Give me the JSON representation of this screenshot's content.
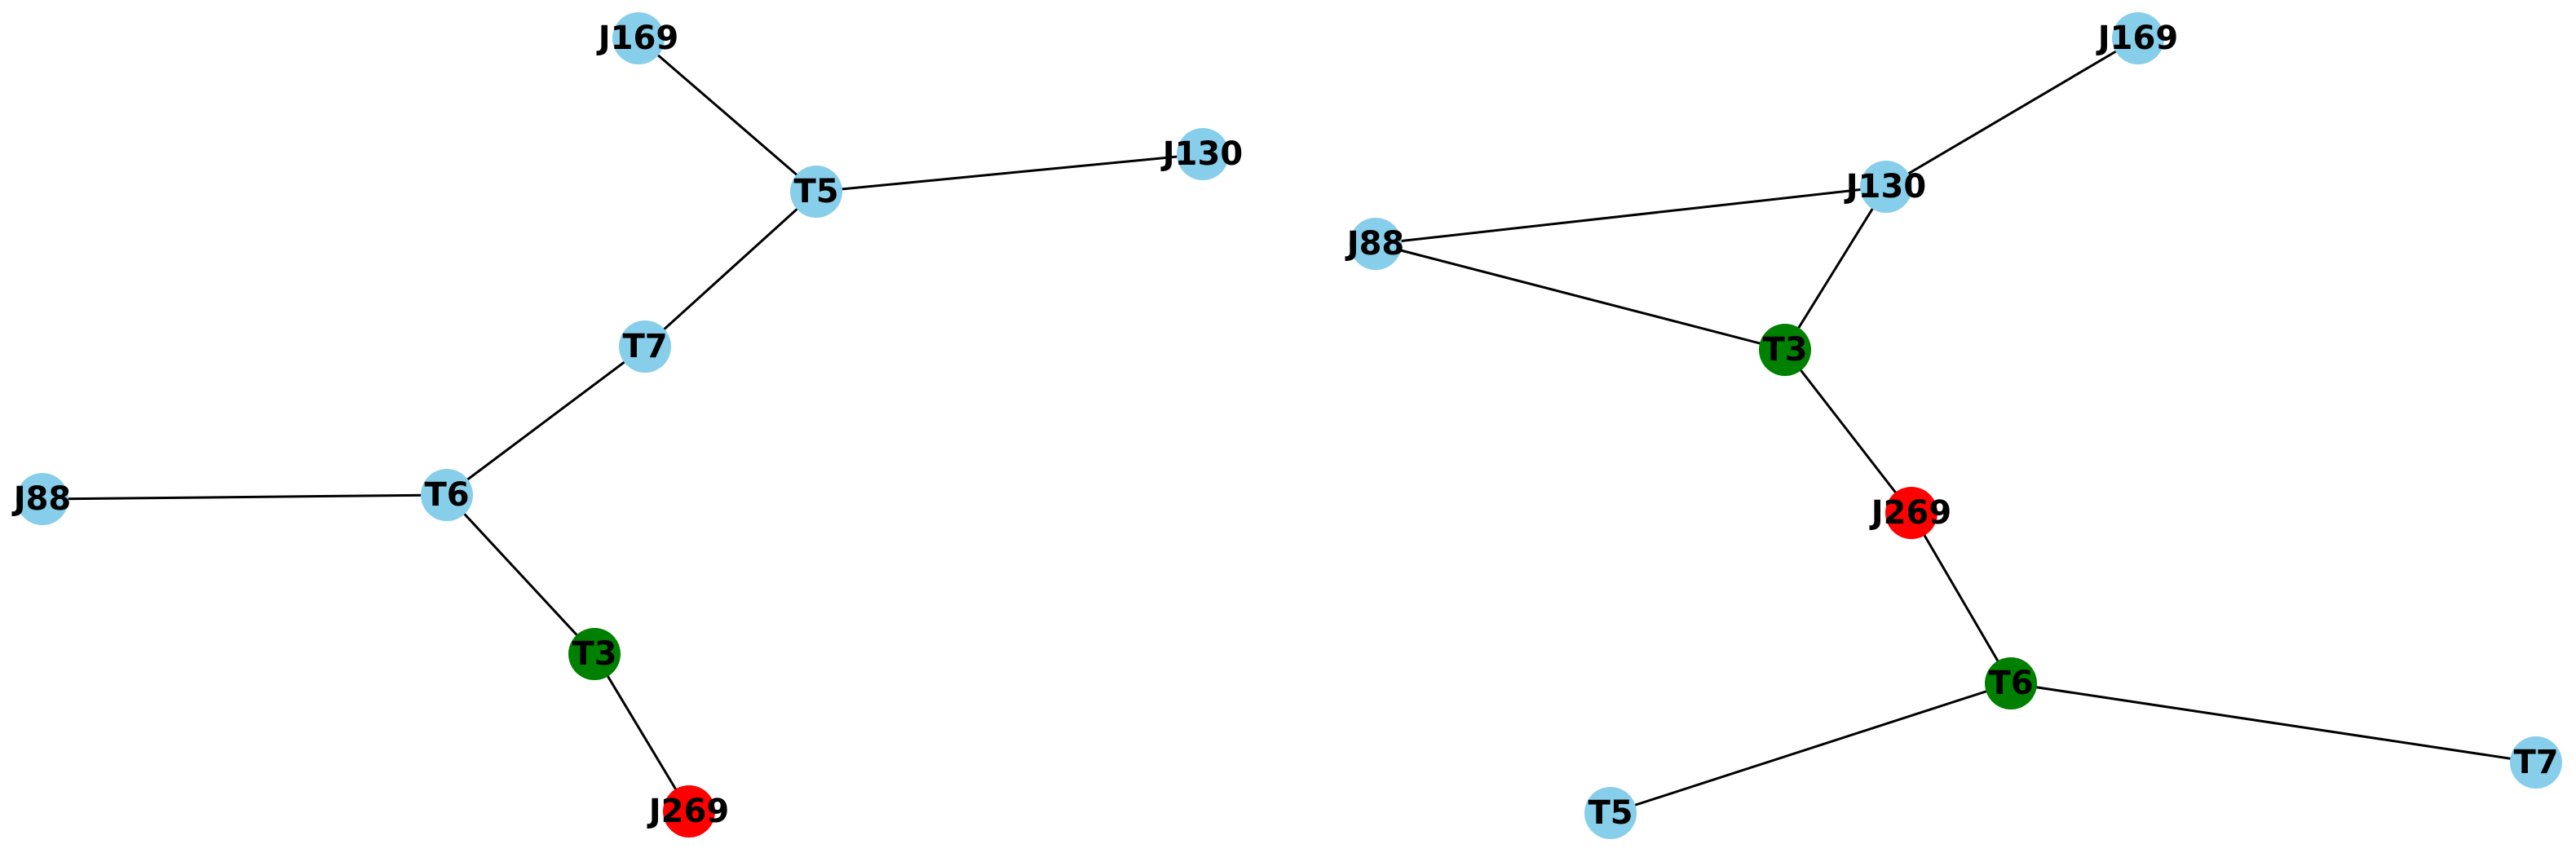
{
  "colors": {
    "default": "#87ceeb",
    "green": "#008000",
    "red": "#ff0000",
    "edge": "#000000"
  },
  "graphs": [
    {
      "nodes": [
        {
          "id": "J169",
          "label": "J169",
          "color": "default"
        },
        {
          "id": "J130",
          "label": "J130",
          "color": "default"
        },
        {
          "id": "T5",
          "label": "T5",
          "color": "default"
        },
        {
          "id": "T7",
          "label": "T7",
          "color": "default"
        },
        {
          "id": "J88",
          "label": "J88",
          "color": "default"
        },
        {
          "id": "T6",
          "label": "T6",
          "color": "default"
        },
        {
          "id": "T3",
          "label": "T3",
          "color": "green"
        },
        {
          "id": "J269",
          "label": "J269",
          "color": "red"
        }
      ],
      "edges": [
        [
          "J169",
          "T5"
        ],
        [
          "T5",
          "J130"
        ],
        [
          "T5",
          "T7"
        ],
        [
          "T7",
          "T6"
        ],
        [
          "J88",
          "T6"
        ],
        [
          "T6",
          "T3"
        ],
        [
          "T3",
          "J269"
        ]
      ]
    },
    {
      "nodes": [
        {
          "id": "J169",
          "label": "J169",
          "color": "default"
        },
        {
          "id": "J130",
          "label": "J130",
          "color": "default"
        },
        {
          "id": "J88",
          "label": "J88",
          "color": "default"
        },
        {
          "id": "T3",
          "label": "T3",
          "color": "green"
        },
        {
          "id": "J269",
          "label": "J269",
          "color": "red"
        },
        {
          "id": "T6",
          "label": "T6",
          "color": "green"
        },
        {
          "id": "T5",
          "label": "T5",
          "color": "default"
        },
        {
          "id": "T7",
          "label": "T7",
          "color": "default"
        }
      ],
      "edges": [
        [
          "J130",
          "J169"
        ],
        [
          "J88",
          "J130"
        ],
        [
          "J88",
          "T3"
        ],
        [
          "T3",
          "J130"
        ],
        [
          "T3",
          "J269"
        ],
        [
          "J269",
          "T6"
        ],
        [
          "T6",
          "T5"
        ],
        [
          "T6",
          "T7"
        ]
      ]
    }
  ]
}
